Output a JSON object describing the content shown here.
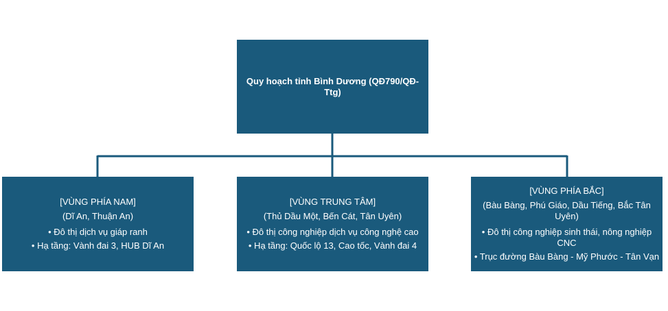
{
  "root": {
    "title": "Quy hoạch tỉnh Bình Dương (QĐ790/QĐ-Ttg)"
  },
  "regions": [
    {
      "heading": "[VÙNG PHÍA NAM]",
      "places": "(Dĩ An, Thuận An)",
      "bullets": [
        "• Đô thị dịch vụ giáp ranh",
        "• Hạ tầng: Vành đai 3, HUB Dĩ An"
      ]
    },
    {
      "heading": "[VÙNG TRUNG TÂM]",
      "places": "(Thủ Dầu Một, Bến Cát, Tân Uyên)",
      "bullets": [
        "• Đô thị công nghiệp dịch vụ công nghệ cao",
        "• Hạ tầng: Quốc lộ 13, Cao tốc, Vành đai 4"
      ]
    },
    {
      "heading": "[VÙNG PHÍA BẮC]",
      "places": "(Bàu Bàng, Phú Giáo, Dầu Tiếng, Bắc Tân Uyên)",
      "bullets": [
        "• Đô thị công nghiệp sinh thái, nông nghiệp CNC",
        "• Trục đường Bàu Bàng - Mỹ Phước - Tân Vạn"
      ]
    }
  ],
  "colors": {
    "box_fill": "#1a5a7c",
    "connector": "#1a5a7c",
    "text": "#ffffff"
  }
}
